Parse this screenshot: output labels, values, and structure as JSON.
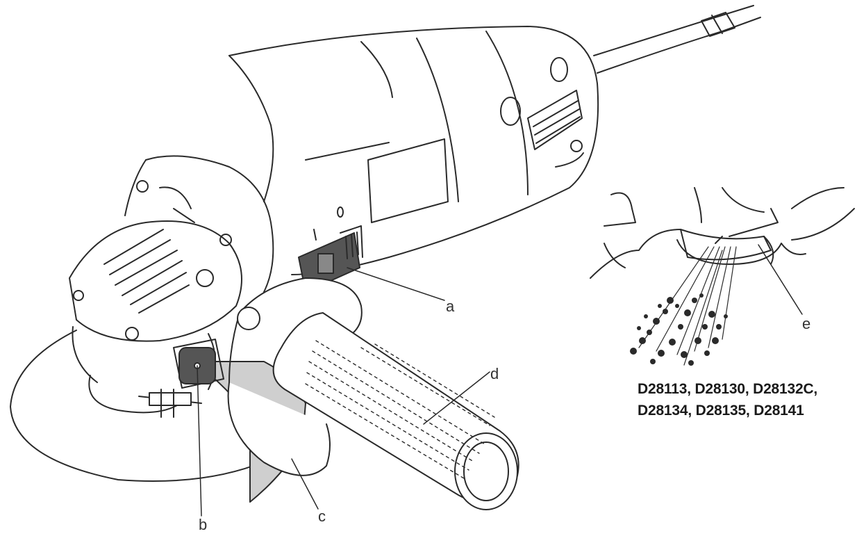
{
  "callouts": {
    "a": "a",
    "b": "b",
    "c": "c",
    "d": "d",
    "e": "e"
  },
  "models": {
    "line1": "D28113, D28130, D28132C,",
    "line2": "D28134, D28135, D28141"
  },
  "colors": {
    "line": "#2a2a2a",
    "guard": "#cfcfcf",
    "switch": "#555555"
  }
}
